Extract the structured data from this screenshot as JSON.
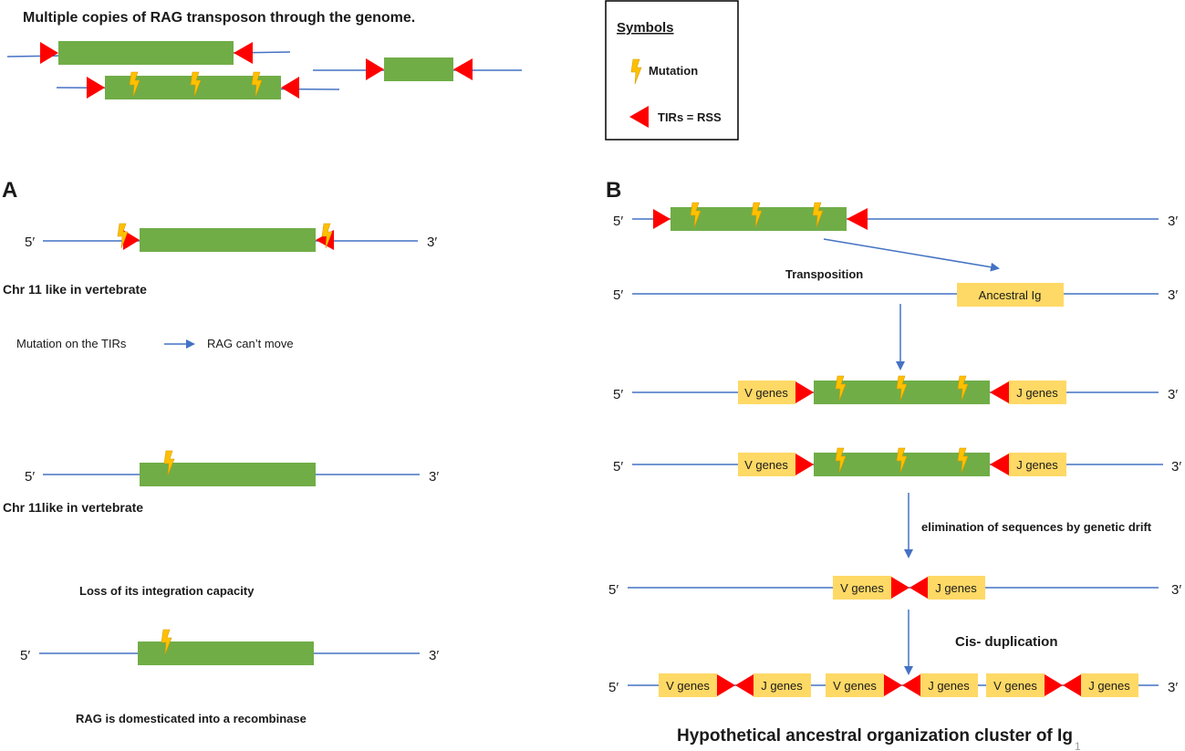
{
  "title": "Multiple copies of RAG transposon through the genome.",
  "legend": {
    "heading": "Symbols",
    "mutation": "Mutation",
    "tirs": "TIRs = RSS"
  },
  "panel_a": {
    "letter": "A",
    "five": "5′",
    "three": "3′",
    "chr_label_1": "Chr 11 like in vertebrate",
    "mutation_note": "Mutation on the TIRs",
    "cant_move": "RAG can’t move",
    "chr_label_2": "Chr 11like in vertebrate",
    "loss": "Loss of its integration capacity",
    "domesticated": "RAG is domesticated into a recombinase"
  },
  "panel_b": {
    "letter": "B",
    "five": "5′",
    "three": "3′",
    "transposition": "Transposition",
    "ancestral": "Ancestral Ig",
    "v": "V genes",
    "j": "J genes",
    "drift": "elimination of sequences by genetic drift",
    "cis": "Cis- duplication",
    "bottom_title": "Hypothetical ancestral organization  cluster of Ig",
    "page_number": "1"
  },
  "colors": {
    "transposon": "#70ad47",
    "tir": "#ff0000",
    "gene_box": "#ffd966",
    "line": "#4472c4",
    "mutation": "#ffc000"
  }
}
